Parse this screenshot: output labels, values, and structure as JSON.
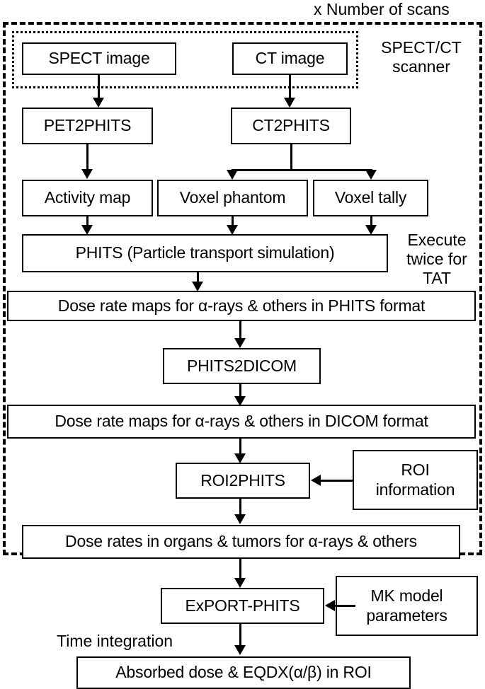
{
  "diagram": {
    "title_label": "x Number of scans",
    "scanner_label_line1": "SPECT/CT",
    "scanner_label_line2": "scanner",
    "execute_label_line1": "Execute",
    "execute_label_line2": "twice for",
    "execute_label_line3": "TAT",
    "time_integration_label": "Time integration"
  },
  "nodes": {
    "spect_image": "SPECT image",
    "ct_image": "CT image",
    "pet2phits": "PET2PHITS",
    "ct2phits": "CT2PHITS",
    "activity_map": "Activity map",
    "voxel_phantom": "Voxel phantom",
    "voxel_tally": "Voxel tally",
    "phits": "PHITS (Particle transport simulation)",
    "dose_rate_maps_phits": "Dose rate maps for α-rays & others in PHITS format",
    "phits2dicom": "PHITS2DICOM",
    "dose_rate_maps_dicom": "Dose rate maps for α-rays & others in DICOM format",
    "roi2phits": "ROI2PHITS",
    "roi_information_line1": "ROI",
    "roi_information_line2": "information",
    "dose_rates_organs": "Dose rates in organs & tumors for α-rays & others",
    "export_phits": "ExPORT-PHITS",
    "mk_model_line1": "MK model",
    "mk_model_line2": "parameters",
    "absorbed_dose": "Absorbed dose & EQDX(α/β) in ROI"
  },
  "colors": {
    "stroke": "#000000",
    "fill": "#ffffff"
  },
  "chart_data": {
    "type": "diagram",
    "title": "SPECT/CT based internal dosimetry workflow",
    "layout": "top-to-bottom flowchart",
    "flow_steps": [
      "SPECT image → PET2PHITS → Activity map",
      "CT image → CT2PHITS → Voxel phantom / Voxel tally",
      "Activity map + Voxel phantom + Voxel tally → PHITS (Particle transport simulation)",
      "PHITS → Dose rate maps for α-rays & others in PHITS format",
      "→ PHITS2DICOM → Dose rate maps for α-rays & others in DICOM format",
      "→ ROI2PHITS (← ROI information) → Dose rates in organs & tumors for α-rays & others",
      "→ ExPORT-PHITS (← MK model parameters) → Absorbed dose & EQDX(α/β) in ROI"
    ],
    "groupings": [
      {
        "name": "SPECT/CT scanner",
        "style": "dotted",
        "members": [
          "SPECT image",
          "CT image"
        ]
      },
      {
        "name": "x Number of scans",
        "style": "dashed",
        "members": [
          "SPECT image",
          "CT image",
          "PET2PHITS",
          "CT2PHITS",
          "Activity map",
          "Voxel phantom",
          "Voxel tally",
          "PHITS (Particle transport simulation)",
          "Dose rate maps for α-rays & others in PHITS format",
          "PHITS2DICOM",
          "Dose rate maps for α-rays & others in DICOM format",
          "ROI2PHITS",
          "ROI information",
          "Dose rates in organs & tumors for α-rays & others"
        ]
      }
    ],
    "annotations": [
      "x Number of scans",
      "SPECT/CT scanner",
      "Execute twice for TAT",
      "Time integration"
    ]
  }
}
